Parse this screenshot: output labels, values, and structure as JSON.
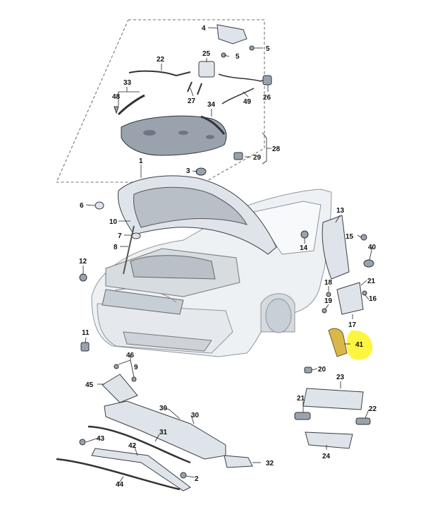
{
  "callouts": [
    {
      "id": "c4",
      "text": "4"
    },
    {
      "id": "c5a",
      "text": "5"
    },
    {
      "id": "c5b",
      "text": "5"
    },
    {
      "id": "c22a",
      "text": "22"
    },
    {
      "id": "c25",
      "text": "25"
    },
    {
      "id": "c26",
      "text": "26"
    },
    {
      "id": "c27",
      "text": "27"
    },
    {
      "id": "c49",
      "text": "49"
    },
    {
      "id": "c33",
      "text": "33"
    },
    {
      "id": "c48",
      "text": "48"
    },
    {
      "id": "c34",
      "text": "34"
    },
    {
      "id": "c28",
      "text": "28"
    },
    {
      "id": "c29",
      "text": "29"
    },
    {
      "id": "c1",
      "text": "1"
    },
    {
      "id": "c3",
      "text": "3"
    },
    {
      "id": "c6",
      "text": "6"
    },
    {
      "id": "c10",
      "text": "10"
    },
    {
      "id": "c7",
      "text": "7"
    },
    {
      "id": "c8",
      "text": "8"
    },
    {
      "id": "c12",
      "text": "12"
    },
    {
      "id": "c13",
      "text": "13"
    },
    {
      "id": "c14",
      "text": "14"
    },
    {
      "id": "c15",
      "text": "15"
    },
    {
      "id": "c40",
      "text": "40"
    },
    {
      "id": "c18",
      "text": "18"
    },
    {
      "id": "c19",
      "text": "19"
    },
    {
      "id": "c21a",
      "text": "21"
    },
    {
      "id": "c16",
      "text": "16"
    },
    {
      "id": "c17",
      "text": "17"
    },
    {
      "id": "c41",
      "text": "41"
    },
    {
      "id": "c11",
      "text": "11"
    },
    {
      "id": "c20",
      "text": "20"
    },
    {
      "id": "c46",
      "text": "46"
    },
    {
      "id": "c9",
      "text": "9"
    },
    {
      "id": "c45",
      "text": "45"
    },
    {
      "id": "c23",
      "text": "23"
    },
    {
      "id": "c21b",
      "text": "21"
    },
    {
      "id": "c22b",
      "text": "22"
    },
    {
      "id": "c24",
      "text": "24"
    },
    {
      "id": "c30a",
      "text": "30"
    },
    {
      "id": "c30b",
      "text": "30"
    },
    {
      "id": "c31",
      "text": "31"
    },
    {
      "id": "c43",
      "text": "43"
    },
    {
      "id": "c42",
      "text": "42"
    },
    {
      "id": "c2",
      "text": "2"
    },
    {
      "id": "c32",
      "text": "32"
    },
    {
      "id": "c44",
      "text": "44"
    }
  ],
  "highlight": {
    "color": "#fff200",
    "callout": "41"
  }
}
